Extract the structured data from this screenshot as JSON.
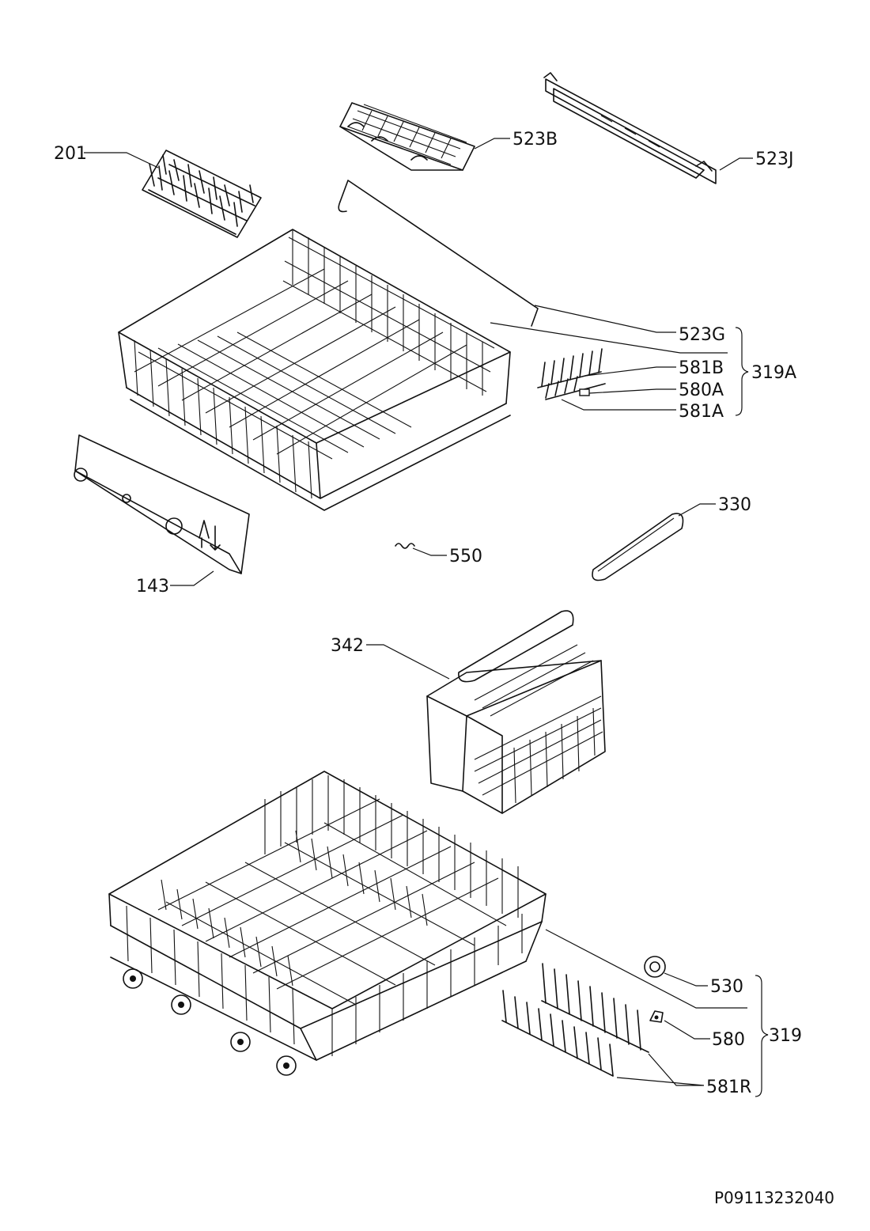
{
  "callouts": {
    "p201": "201",
    "p523B": "523B",
    "p523J": "523J",
    "p523G": "523G",
    "p581B": "581B",
    "p580A": "580A",
    "p581A": "581A",
    "p319A": "319A",
    "p330": "330",
    "p550": "550",
    "p143": "143",
    "p342": "342",
    "p530": "530",
    "p580": "580",
    "p319": "319",
    "p581R": "581R"
  },
  "drawing_code": "P09113232040"
}
